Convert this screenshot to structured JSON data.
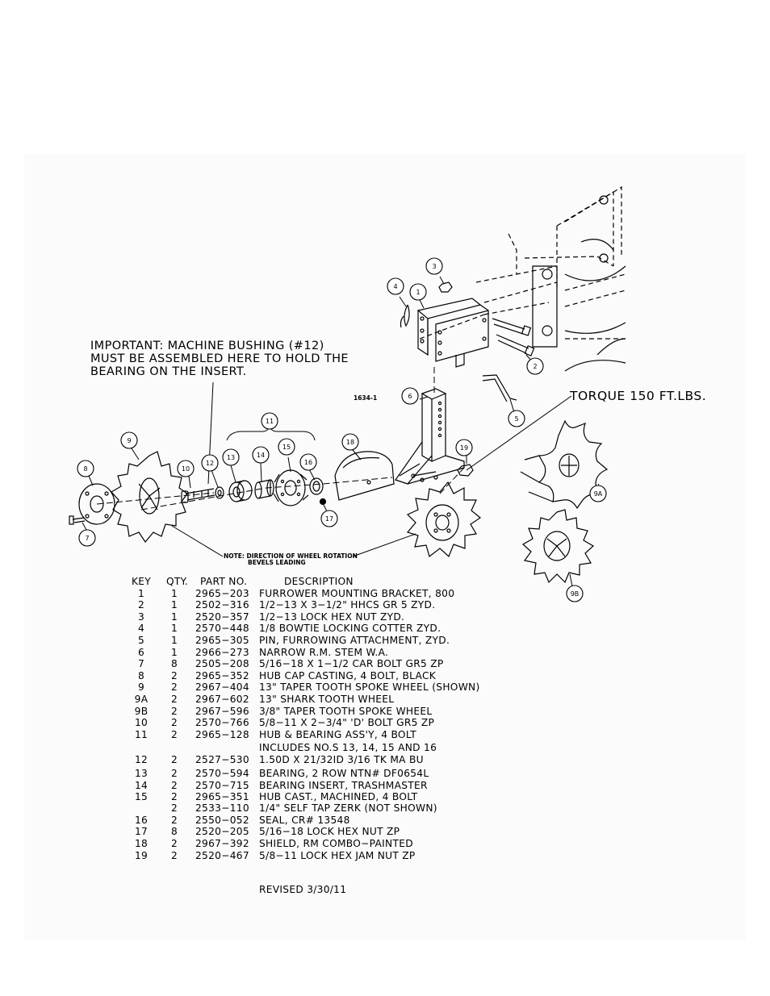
{
  "important_note": [
    "IMPORTANT: MACHINE BUSHING (#12)",
    "MUST BE ASSEMBLED HERE TO HOLD THE",
    "BEARING ON THE INSERT."
  ],
  "torque_note": "TORQUE 150 FT.LBS.",
  "drawing_number": "1634-1",
  "rotation_note": [
    "NOTE: DIRECTION OF WHEEL ROTATION",
    "BEVELS LEADING"
  ],
  "balloons": [
    "1",
    "2",
    "3",
    "4",
    "5",
    "6",
    "7",
    "8",
    "9",
    "9A",
    "9B",
    "10",
    "11",
    "12",
    "13",
    "14",
    "15",
    "16",
    "17",
    "18",
    "19"
  ],
  "parts_table": {
    "headers": {
      "key": "KEY",
      "qty": "QTY.",
      "part": "PART NO.",
      "desc": "DESCRIPTION"
    },
    "rows": [
      {
        "key": "1",
        "qty": "1",
        "part": "2965−203",
        "desc": "FURROWER MOUNTING BRACKET, 800"
      },
      {
        "key": "2",
        "qty": "1",
        "part": "2502−316",
        "desc": "1/2−13 X 3−1/2\" HHCS GR 5 ZYD."
      },
      {
        "key": "3",
        "qty": "1",
        "part": "2520−357",
        "desc": "1/2−13 LOCK HEX NUT ZYD."
      },
      {
        "key": "4",
        "qty": "1",
        "part": "2570−448",
        "desc": "1/8 BOWTIE LOCKING COTTER ZYD."
      },
      {
        "key": "5",
        "qty": "1",
        "part": "2965−305",
        "desc": "PIN, FURROWING ATTACHMENT, ZYD."
      },
      {
        "key": "6",
        "qty": "1",
        "part": "2966−273",
        "desc": "NARROW R.M. STEM W.A."
      },
      {
        "key": "7",
        "qty": "8",
        "part": "2505−208",
        "desc": "5/16−18 X 1−1/2 CAR BOLT GR5 ZP"
      },
      {
        "key": "8",
        "qty": "2",
        "part": "2965−352",
        "desc": "HUB CAP CASTING, 4 BOLT, BLACK"
      },
      {
        "key": "9",
        "qty": "2",
        "part": "2967−404",
        "desc": "13\" TAPER TOOTH SPOKE WHEEL (SHOWN)"
      },
      {
        "key": "9A",
        "qty": "2",
        "part": "2967−602",
        "desc": "13\" SHARK TOOTH WHEEL"
      },
      {
        "key": "9B",
        "qty": "2",
        "part": "2967−596",
        "desc": "3/8\" TAPER TOOTH SPOKE WHEEL"
      },
      {
        "key": "10",
        "qty": "2",
        "part": "2570−766",
        "desc": "5/8−11 X 2−3/4\" 'D' BOLT GR5 ZP"
      },
      {
        "key": "11",
        "qty": "2",
        "part": "2965−128",
        "desc": "HUB & BEARING ASS'Y, 4 BOLT"
      },
      {
        "key": "",
        "qty": "",
        "part": "",
        "desc": "INCLUDES NO.S 13, 14, 15 AND 16"
      },
      {
        "key": "12",
        "qty": "2",
        "part": "2527−530",
        "desc": "1.50D X 21/32ID 3/16 TK MA BU"
      },
      {
        "key": "13",
        "qty": "2",
        "part": "2570−594",
        "desc": "BEARING, 2 ROW NTN# DF0654L"
      },
      {
        "key": "14",
        "qty": "2",
        "part": "2570−715",
        "desc": "BEARING INSERT, TRASHMASTER"
      },
      {
        "key": "15",
        "qty": "2",
        "part": "2965−351",
        "desc": "HUB CAST., MACHINED, 4 BOLT"
      },
      {
        "key": "",
        "qty": "2",
        "part": "2533−110",
        "desc": "1/4\" SELF TAP ZERK (NOT SHOWN)"
      },
      {
        "key": "16",
        "qty": "2",
        "part": "2550−052",
        "desc": "SEAL, CR# 13548"
      },
      {
        "key": "17",
        "qty": "8",
        "part": "2520−205",
        "desc": "5/16−18 LOCK HEX NUT ZP"
      },
      {
        "key": "18",
        "qty": "2",
        "part": "2967−392",
        "desc": "SHIELD, RM COMBO−PAINTED"
      },
      {
        "key": "19",
        "qty": "2",
        "part": "2520−467",
        "desc": "5/8−11 LOCK HEX JAM NUT ZP"
      }
    ]
  },
  "revised": "REVISED 3/30/11"
}
